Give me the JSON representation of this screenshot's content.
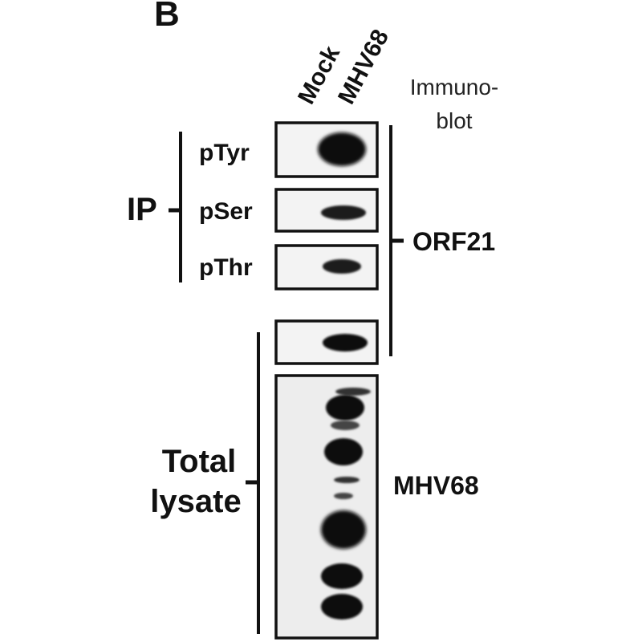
{
  "figure": {
    "panel_letter": "B",
    "lanes": [
      "Mock",
      "MHV68"
    ],
    "immunoblot_header": [
      "Immuno-",
      "blot"
    ],
    "ip_label": "IP",
    "ip_rows": [
      "pTyr",
      "pSer",
      "pThr"
    ],
    "orf21_label": "ORF21",
    "total_lysate_label": [
      "Total",
      "lysate"
    ],
    "mhv68_label": "MHV68"
  }
}
